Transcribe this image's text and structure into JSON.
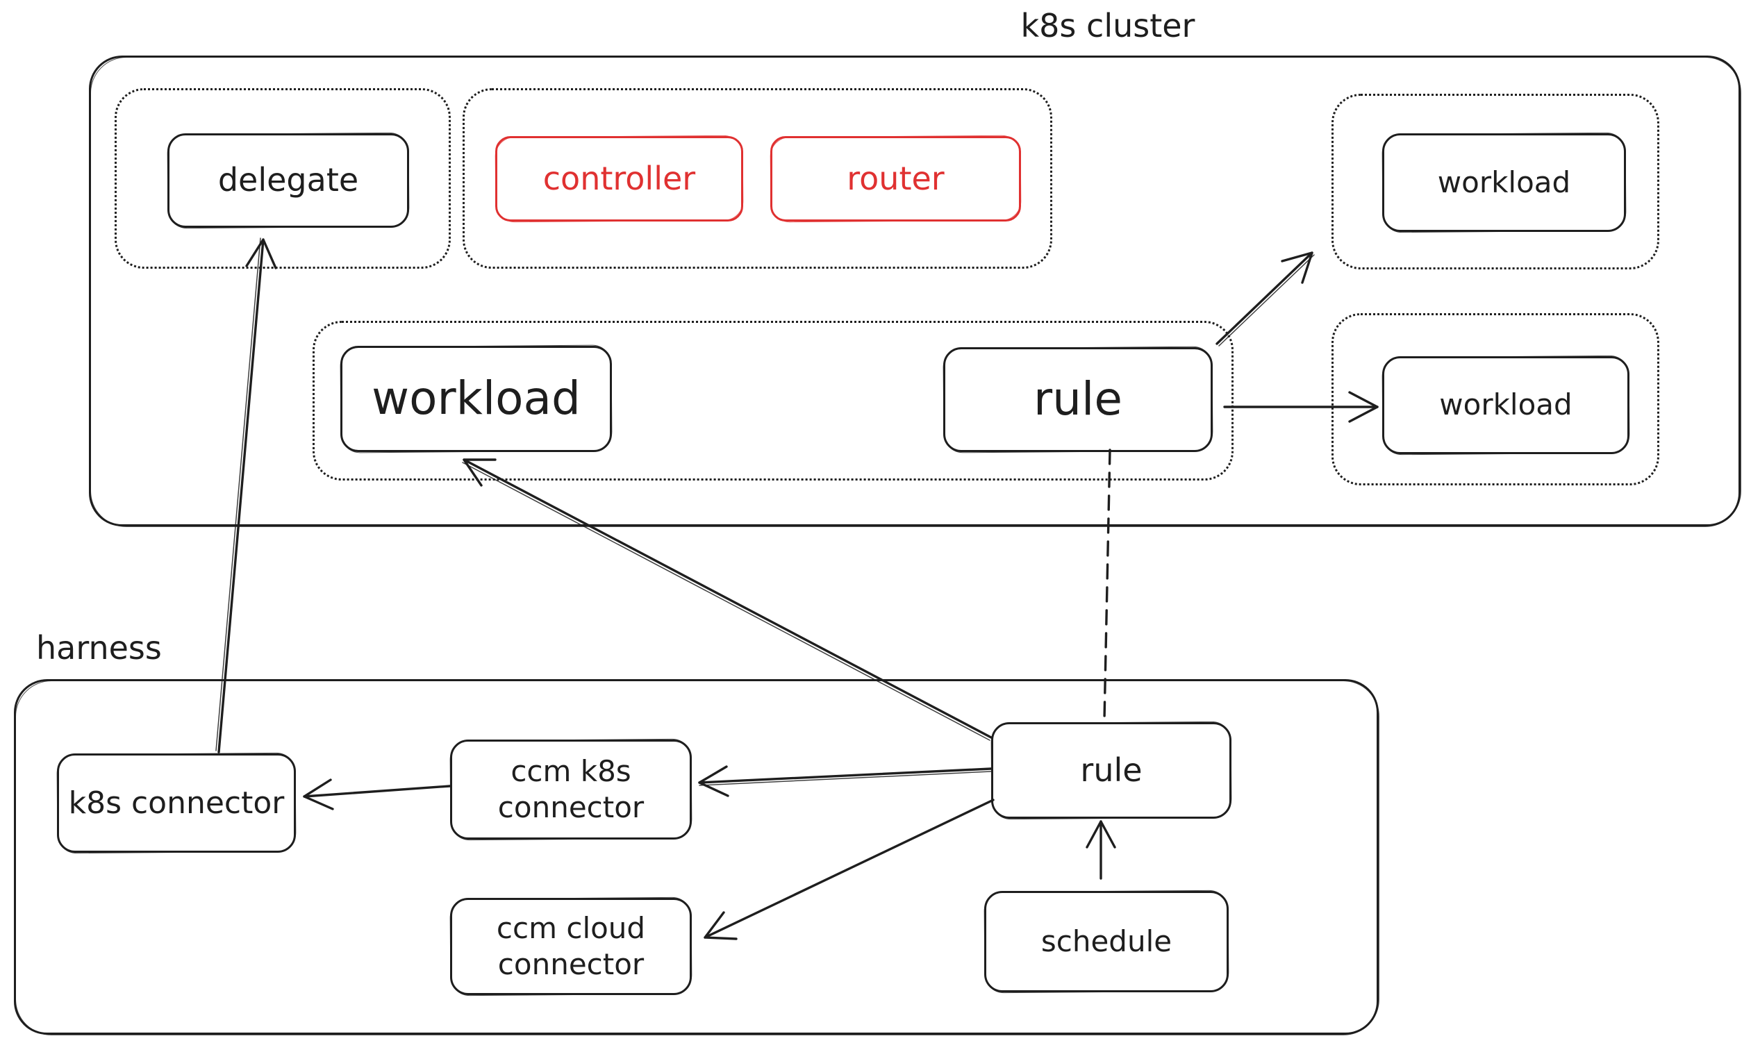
{
  "titles": {
    "k8s_cluster": "k8s cluster",
    "harness": "harness"
  },
  "colors": {
    "stroke": "#1e1e1e",
    "red": "#e03131",
    "bg": "#ffffff"
  },
  "nodes": {
    "delegate": {
      "label": "delegate"
    },
    "controller": {
      "label": "controller"
    },
    "router": {
      "label": "router"
    },
    "workload_main": {
      "label": "workload"
    },
    "rule_main": {
      "label": "rule"
    },
    "workload_top_right": {
      "label": "workload"
    },
    "workload_bottom_right": {
      "label": "workload"
    },
    "k8s_connector": {
      "label": "k8s connector"
    },
    "ccm_k8s_connector": {
      "line1": "ccm k8s",
      "line2": "connector"
    },
    "ccm_cloud_connector": {
      "line1": "ccm cloud",
      "line2": "connector"
    },
    "rule_harness": {
      "label": "rule"
    },
    "schedule": {
      "label": "schedule"
    }
  },
  "edges": [
    {
      "from": "k8s connector",
      "to": "delegate group",
      "style": "solid-arrow"
    },
    {
      "from": "rule (harness)",
      "to": "workload (k8s cluster)",
      "style": "solid-arrow"
    },
    {
      "from": "rule (harness)",
      "to": "ccm k8s connector",
      "style": "solid-arrow"
    },
    {
      "from": "rule (harness)",
      "to": "ccm cloud connector",
      "style": "solid-arrow"
    },
    {
      "from": "schedule",
      "to": "rule (harness)",
      "style": "solid-arrow"
    },
    {
      "from": "rule (k8s cluster)",
      "to": "rule (harness)",
      "style": "dashed-line"
    },
    {
      "from": "rule (k8s cluster)",
      "to": "workload group (top right)",
      "style": "solid-arrow"
    },
    {
      "from": "rule (k8s cluster)",
      "to": "workload (bottom right)",
      "style": "solid-arrow"
    },
    {
      "from": "ccm k8s connector",
      "to": "k8s connector",
      "style": "solid-arrow"
    }
  ]
}
